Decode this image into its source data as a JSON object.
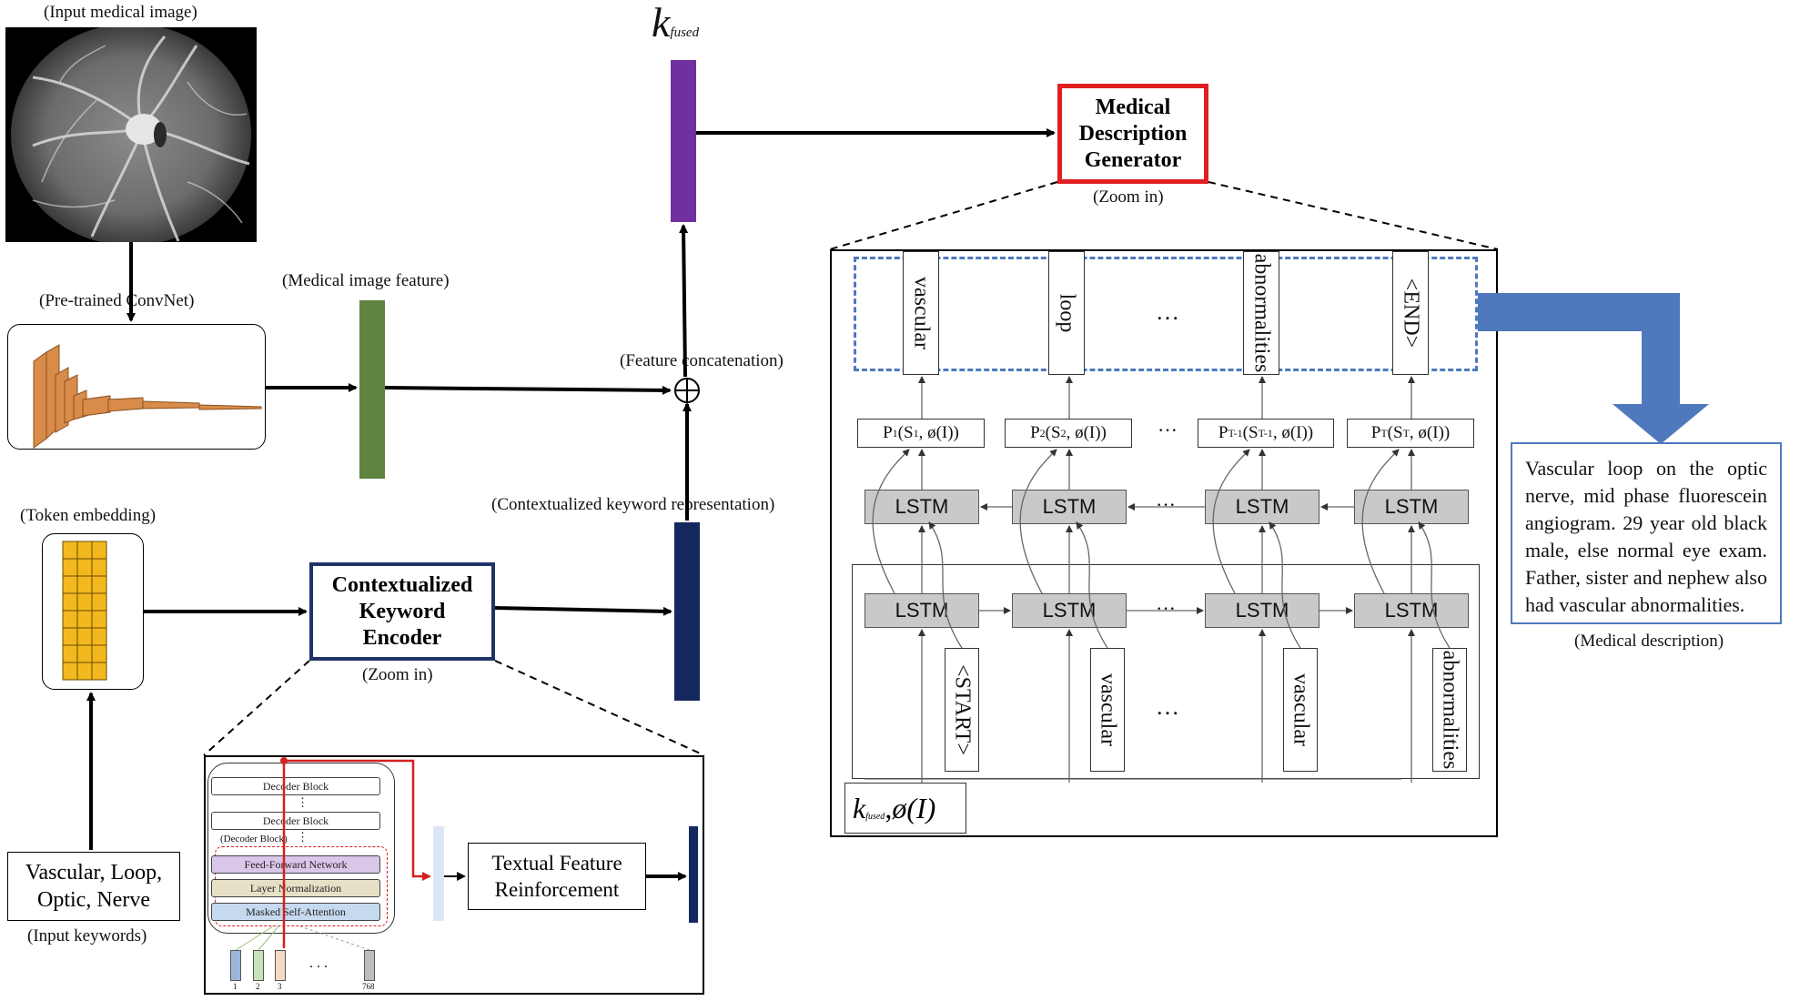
{
  "labels": {
    "input_image": "(Input medical image)",
    "convnet": "(Pre-trained  ConvNet)",
    "image_feature": "(Medical image feature)",
    "token_embedding": "(Token embedding)",
    "cke_line1": "Contextualized",
    "cke_line2": "Keyword",
    "cke_line3": "Encoder",
    "zoom_in_left": "(Zoom in)",
    "ctx_keyword_rep": "(Contextualized keyword  representation)",
    "feature_concat": "(Feature  concatenation)",
    "k_fused_k": "k",
    "k_fused_sub": "fused",
    "mdg_line1": "Medical",
    "mdg_line2": "Description",
    "mdg_line3": "Generator",
    "zoom_in_right": "(Zoom in)",
    "input_keywords_line1": "Vascular, Loop,",
    "input_keywords_line2": "Optic, Nerve",
    "input_keywords_caption": "(Input keywords)",
    "textual_line1": "Textual Feature",
    "textual_line2": "Reinforcement",
    "medical_description_text": "Vascular loop on the optic nerve, mid phase fluorescein angiogram. 29 year old black male, else normal eye exam. Father, sister and nephew also had vascular abnormalities.",
    "medical_description_caption": "(Medical description)",
    "bottom_input": "ø(I)",
    "bottom_input_comma": ","
  },
  "decoder": {
    "block_top": "Decoder Block",
    "block_mid": "Decoder Block",
    "block_caption": "(Decoder Block)",
    "ffn": "Feed-Forward Network",
    "layernorm": "Layer Normalization",
    "msa": "Masked Self-Attention",
    "tokens": [
      "1",
      "2",
      "3",
      "768"
    ],
    "dots": ". . .",
    "vdots": "⋮"
  },
  "generator": {
    "outputs": [
      "vascular",
      "loop",
      "abnormalities",
      "<END>"
    ],
    "probs_P": [
      "P",
      "P",
      "P",
      "P"
    ],
    "probs_sub": [
      "1",
      "2",
      "T-1",
      "T"
    ],
    "probs_mid": [
      "(S",
      "(S",
      "(S",
      "(S"
    ],
    "probs_ssub": [
      "1",
      "2",
      "T-1",
      "T"
    ],
    "probs_tail": [
      ", ø(I))",
      ", ø(I))",
      ", ø(I))",
      ", ø(I))"
    ],
    "lstm_label": "LSTM",
    "inputs": [
      "<START>",
      "vascular",
      "vascular",
      "abnormalities"
    ],
    "ellipsis": "…",
    "dots_between": "···"
  },
  "colors": {
    "image_feature": "#5e8440",
    "k_fused": "#7030a0",
    "ctx_rep": "#15285e",
    "mdg_border": "#e02020",
    "cke_border": "#1f3368",
    "blue_arrow": "#4f78bd",
    "dashed_box": "#4f78bd",
    "desc_border": "#4f78bd",
    "token": "#f2b81e",
    "pyramid": "#d98b4a",
    "ffn": "#d9c6e8",
    "layernorm": "#e6e0c6",
    "msa": "#c6d9ef",
    "red_line": "#d42020"
  }
}
